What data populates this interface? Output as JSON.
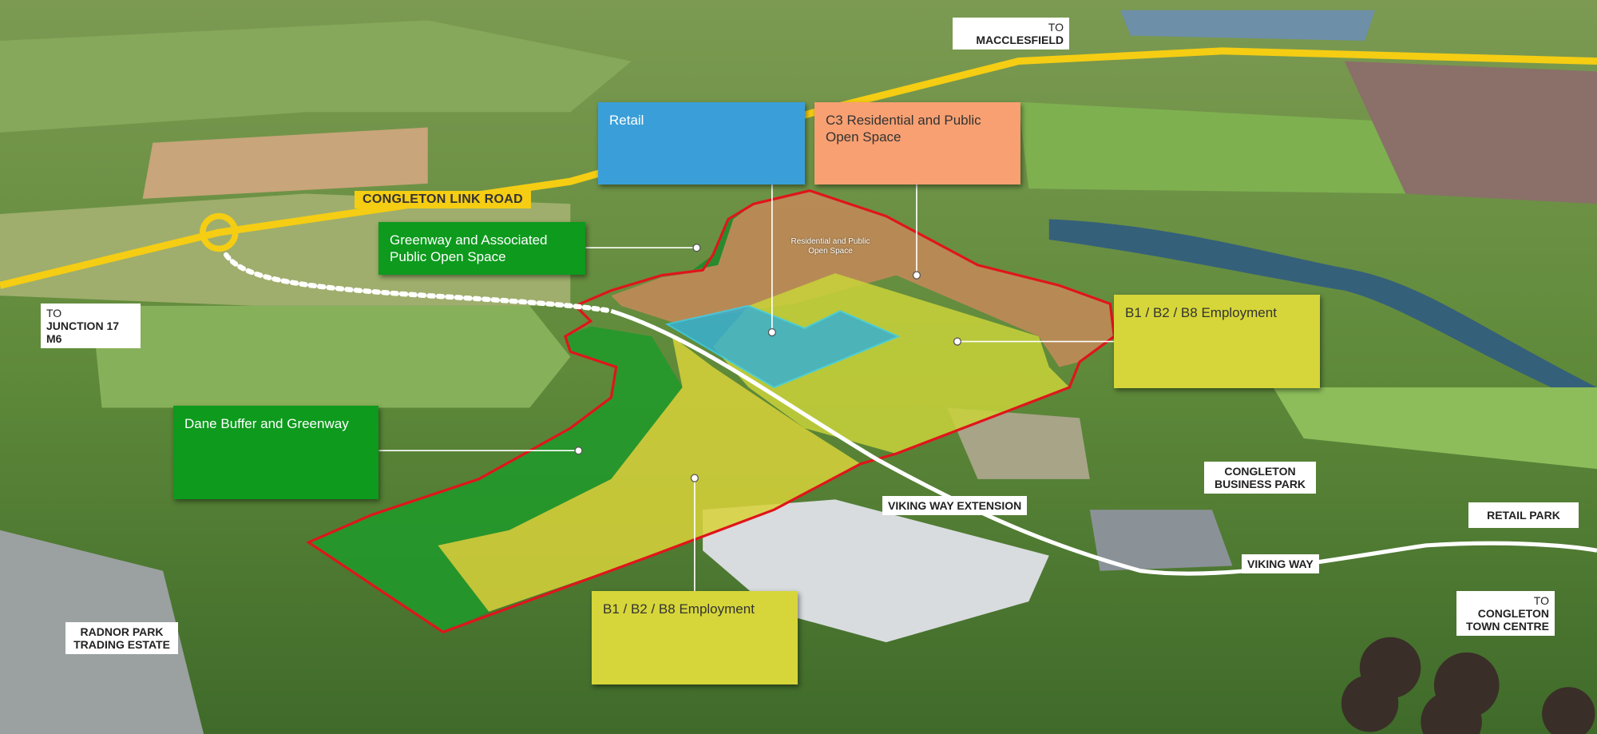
{
  "zones": {
    "retail": {
      "label": "Retail",
      "color": "#3a9fd8"
    },
    "residential": {
      "label": "C3 Residential and Public Open Space",
      "color": "#f8a072"
    },
    "greenway_pos": {
      "label": "Greenway and Associated Public Open Space",
      "color": "#0d9a1d"
    },
    "dane_buffer": {
      "label": "Dane Buffer and Greenway",
      "color": "#0d9a1d"
    },
    "employment_right": {
      "label": "B1 / B2 / B8 Employment",
      "color": "#d6d63a"
    },
    "employment_bottom": {
      "label": "B1 / B2 / B8 Employment",
      "color": "#d6d63a"
    }
  },
  "map_text": {
    "residential_inline": "Residential and Public Open Space"
  },
  "roads": {
    "link_road": "CONGLETON LINK ROAD",
    "viking_way_extension": "VIKING WAY EXTENSION",
    "viking_way": "VIKING WAY",
    "link_road_color": "#f5cd13",
    "boundary_color": "#e0151b"
  },
  "places": {
    "macclesfield": [
      "TO",
      "MACCLESFIELD"
    ],
    "junction": [
      "TO",
      "JUNCTION 17",
      "M6"
    ],
    "business_park": [
      "CONGLETON",
      "BUSINESS PARK"
    ],
    "retail_park": "RETAIL PARK",
    "town_centre": [
      "TO",
      "CONGLETON",
      "TOWN CENTRE"
    ],
    "radnor": [
      "RADNOR PARK",
      "TRADING ESTATE"
    ]
  }
}
